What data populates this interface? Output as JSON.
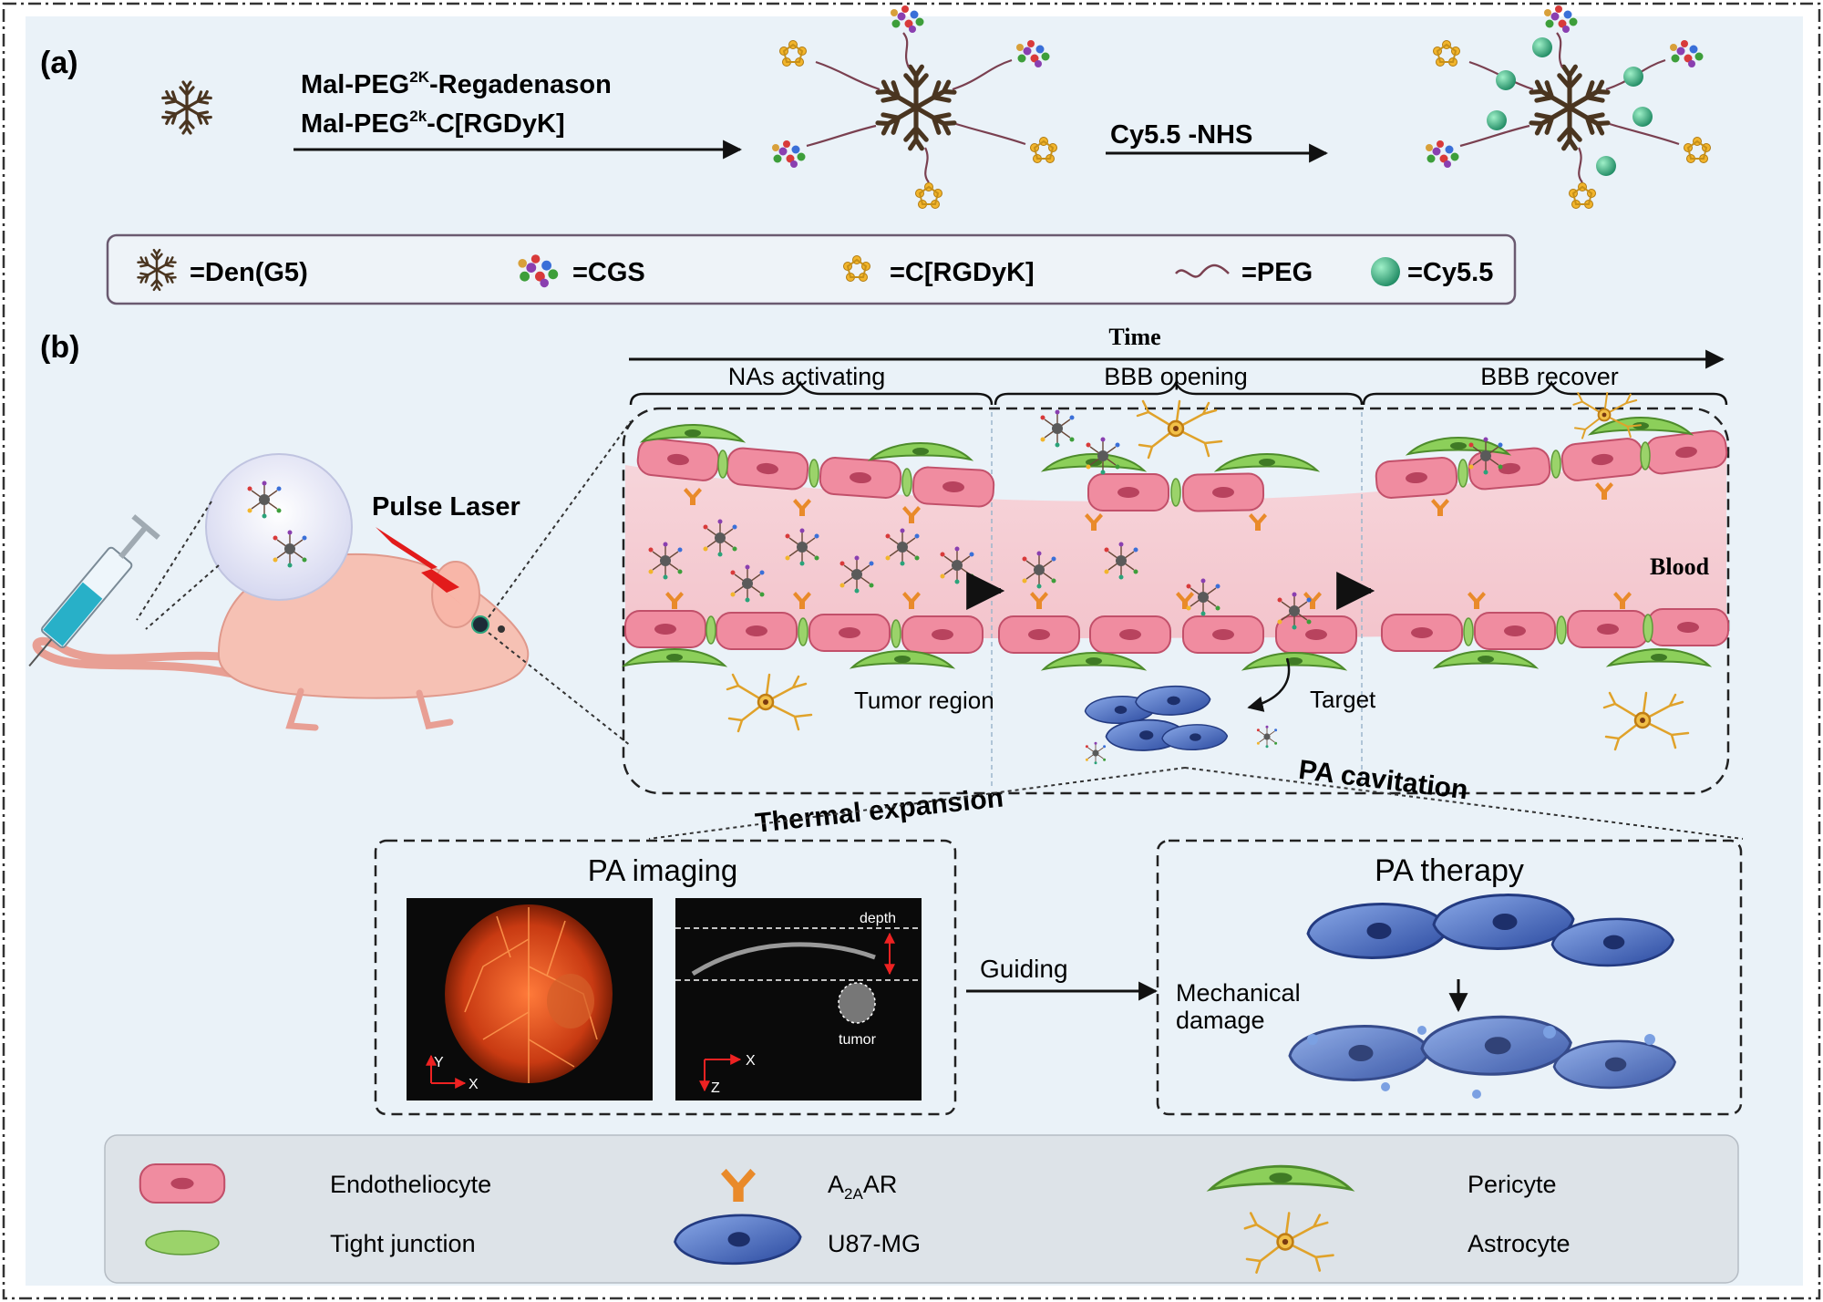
{
  "panel_a": {
    "label": "(a)",
    "reagent1_base": "Mal-PEG",
    "reagent1_sup": "2K",
    "reagent1_rest": "-Regadenason",
    "reagent2_base": "Mal-PEG",
    "reagent2_sup": "2k",
    "reagent2_rest": "-C[RGDyK]",
    "reagent3": "Cy5.5 -NHS",
    "legend": {
      "den": "=Den(G5)",
      "cgs": "=CGS",
      "rgd": "=C[RGDyK]",
      "peg": "=PEG",
      "cy": "=Cy5.5"
    }
  },
  "panel_b": {
    "label": "(b)",
    "time": "Time",
    "phase1": "NAs activating",
    "phase2": "BBB opening",
    "phase3": "BBB recover",
    "pulse_laser": "Pulse Laser",
    "blood": "Blood",
    "tumor_region": "Tumor region",
    "target": "Target",
    "thermal": "Thermal expansion",
    "cavitation": "PA cavitation",
    "imaging_title": "PA imaging",
    "depth": "depth",
    "tumor": "tumor",
    "axis_y": "Y",
    "axis_x": "X",
    "axis_z": "Z",
    "axis_x2": "X",
    "guiding": "Guiding",
    "therapy_title": "PA therapy",
    "mech1": "Mechanical",
    "mech2": "damage"
  },
  "legend_b": {
    "endo": "Endotheliocyte",
    "a2a_base": "A",
    "a2a_sub": "2A",
    "a2a_rest": "AR",
    "peri": "Pericyte",
    "tight": "Tight junction",
    "u87": "U87-MG",
    "astro": "Astrocyte"
  },
  "colors": {
    "panel_bg": "#eaf2f8",
    "endothelial": "#f08ca0",
    "junction": "#9bd36a",
    "receptor": "#e98a2a",
    "pericyte": "#8ccf5a",
    "tumor": "#3f6fc6",
    "cy55": "#2aa37a",
    "laser": "#e21b1b"
  }
}
